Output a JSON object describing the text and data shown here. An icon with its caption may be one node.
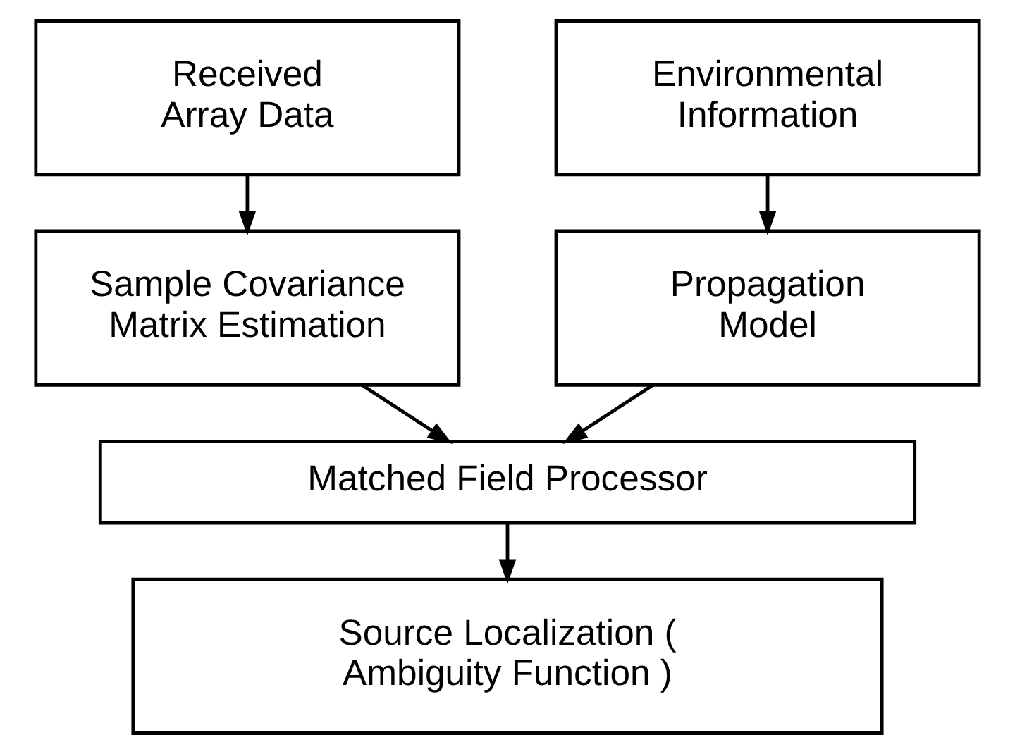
{
  "diagram": {
    "nodes": [
      {
        "text": [
          "Received Array Data"
        ]
      },
      {
        "text": [
          "Environmental Information"
        ]
      },
      {
        "text": [
          "Sample Covariance Matrix Estimation"
        ]
      },
      {
        "text": [
          "Propagation Model"
        ]
      },
      {
        "text": [
          "Matched Field Processor"
        ]
      },
      {
        "text": [
          "Source Localization ( Ambiguity Function )"
        ]
      }
    ],
    "edges": [
      {
        "from": 0,
        "to": 2,
        "arrow": "to"
      },
      {
        "from": 1,
        "to": 3,
        "arrow": "to"
      },
      {
        "from": 2,
        "to": 4,
        "arrow": "to"
      },
      {
        "from": 3,
        "to": 4,
        "arrow": "to"
      },
      {
        "from": 4,
        "to": 5,
        "arrow": "to"
      }
    ]
  }
}
